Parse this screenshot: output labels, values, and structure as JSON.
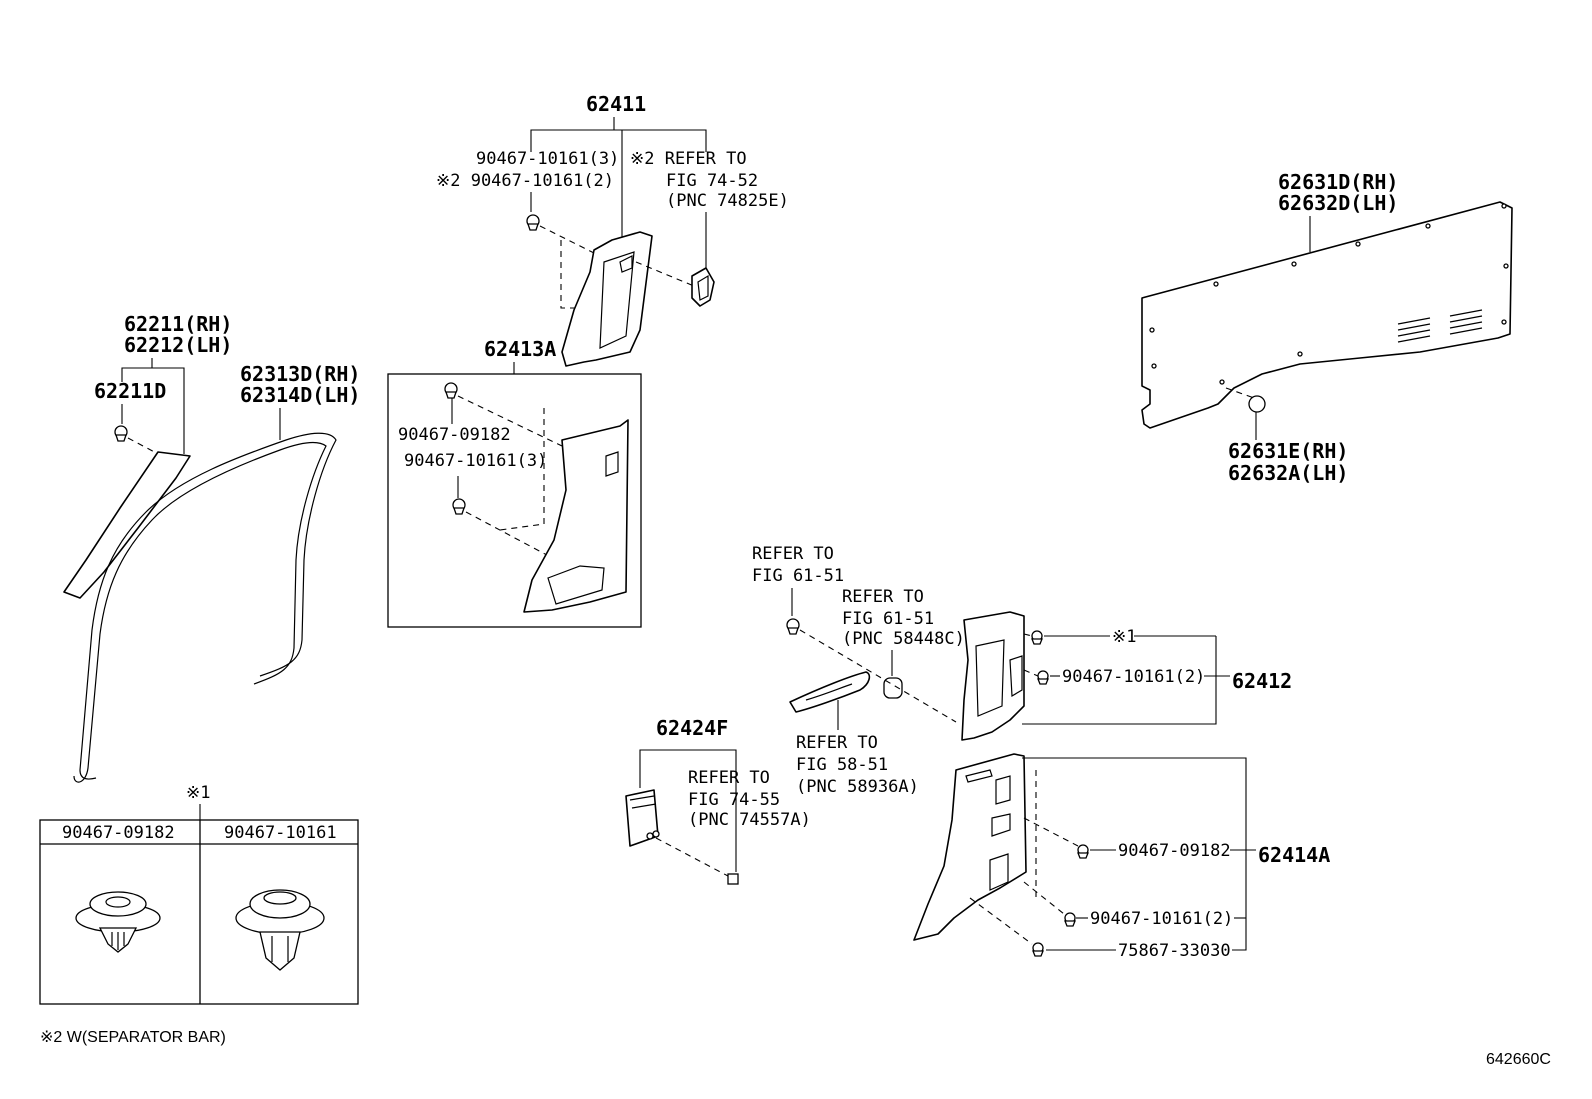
{
  "notes": {
    "mark1": "※1",
    "mark2_note": "※2 W(SEPARATOR BAR)",
    "figure_code": "642660C"
  },
  "group_62411": {
    "part": "62411",
    "fastener_a": "90467-10161(3)",
    "fastener_b": "※2 90467-10161(2)",
    "refer_l1": "※2 REFER TO",
    "refer_l2": "FIG 74-52",
    "refer_l3": "(PNC 74825E)"
  },
  "group_62413A": {
    "part": "62413A",
    "fastener_a": "90467-09182",
    "fastener_b": "90467-10161(3)"
  },
  "group_62211": {
    "part_rh": "62211(RH)",
    "part_lh": "62212(LH)",
    "clip": "62211D"
  },
  "group_62313": {
    "part_rh": "62313D(RH)",
    "part_lh": "62314D(LH)"
  },
  "group_62631": {
    "part_rh": "62631D(RH)",
    "part_lh": "62632D(LH)",
    "clip_rh": "62631E(RH)",
    "clip_lh": "62632A(LH)"
  },
  "group_62412": {
    "part": "62412",
    "fastener": "90467-10161(2)",
    "refer1_l1": "REFER TO",
    "refer1_l2": "FIG 61-51",
    "refer2_l1": "REFER TO",
    "refer2_l2": "FIG 61-51",
    "refer2_l3": "(PNC 58448C)",
    "refer3_l1": "REFER TO",
    "refer3_l2": "FIG 58-51",
    "refer3_l3": "(PNC 58936A)"
  },
  "group_62424F": {
    "part": "62424F",
    "refer_l1": "REFER TO",
    "refer_l2": "FIG 74-55",
    "refer_l3": "(PNC 74557A)"
  },
  "group_62414A": {
    "part": "62414A",
    "fastener_a": "90467-09182",
    "fastener_b": "90467-10161(2)",
    "fastener_c": "75867-33030"
  },
  "legend_table": {
    "col1": "90467-09182",
    "col2": "90467-10161"
  }
}
